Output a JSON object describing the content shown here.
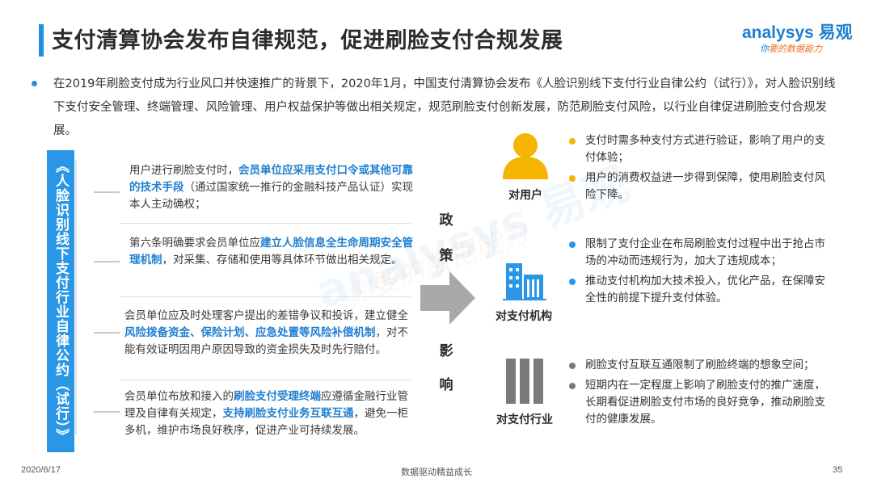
{
  "header": {
    "title": "支付清算协会发布自律规范，促进刷脸支付合规发展"
  },
  "logo": {
    "brand_prefix": "analysys",
    "brand_cn": "易观",
    "tagline_lead": "你",
    "tagline_rest": "要的数据能力"
  },
  "intro": "在2019年刷脸支付成为行业风口并快速推广的背景下，2020年1月，中国支付清算协会发布《人脸识别线下支付行业自律公约（试行）》，对人脸识别线下支付安全管理、终端管理、风险管理、用户权益保护等做出相关规定，规范刷脸支付创新发展，防范刷脸支付风险，以行业自律促进刷脸支付合规发展。",
  "convention_title": "《人脸识别线下支付行业自律公约（试行）》",
  "clauses": [
    {
      "pre": "用户进行刷脸支付时，",
      "hl": "会员单位应采用支付口令或其他可靠的技术手段",
      "post": "（通过国家统一推行的金融科技产品认证）实现本人主动确权；"
    },
    {
      "pre": "第六条明确要求会员单位应",
      "hl": "建立人脸信息全生命周期安全管理机制",
      "post": "，对采集、存储和使用等具体环节做出相关规定。"
    },
    {
      "pre": "会员单位应及时处理客户提出的差错争议和投诉，建立健全",
      "hl": "风险拨备资金、保险计划、应急处置等风险补偿机制",
      "post": "，对不能有效证明因用户原因导致的资金损失及时先行赔付。"
    },
    {
      "pre": "会员单位布放和接入的",
      "hl": "刷脸支付受理终端",
      "mid": "应遵循金融行业管理及自律有关规定，",
      "hl2": "支持刷脸支付业务互联互通",
      "post": "，避免一柜多机，维护市场良好秩序，促进产业可持续发展。"
    }
  ],
  "middle_label": [
    "政",
    "策",
    "影",
    "响"
  ],
  "impacts": [
    {
      "label": "对用户",
      "color": "#f4b400",
      "items": [
        "支付时需多种支付方式进行验证，影响了用户的支付体验；",
        "用户的消费权益进一步得到保障，使用刷脸支付风险下降。"
      ]
    },
    {
      "label": "对支付机构",
      "color": "#2a96e6",
      "items": [
        "限制了支付企业在布局刷脸支付过程中出于抢占市场的冲动而违规行为，加大了违规成本；",
        "推动支付机构加大技术投入，优化产品，在保障安全性的前提下提升支付体验。"
      ]
    },
    {
      "label": "对支付行业",
      "color": "#7a7a7a",
      "items": [
        "刷脸支付互联互通限制了刷脸终端的想象空间；",
        "短期内在一定程度上影响了刷脸支付的推广速度，长期看促进刷脸支付市场的良好竞争，推动刷脸支付的健康发展。"
      ]
    }
  ],
  "footer": {
    "date": "2020/6/17",
    "slogan": "数据驱动精益成长",
    "page": "35"
  },
  "colors": {
    "accent_blue": "#1f8fe0",
    "highlight_blue": "#1f7fd0",
    "user_yellow": "#f4b400",
    "industry_gray": "#7a7a7a",
    "brand_orange": "#ef6c26"
  }
}
